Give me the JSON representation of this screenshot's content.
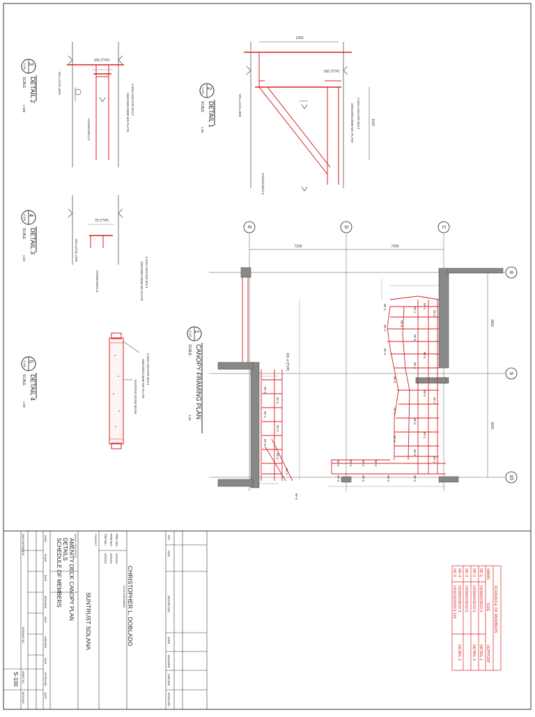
{
  "details": {
    "detail_3": {
      "number": "3",
      "sheet": "S-100",
      "title": "DETAIL 2",
      "scale_label": "SCALE",
      "scale": "1:100",
      "notes": [
        "4-M16 ANCHOR BOLT",
        "200X200X10MM MS PLATE",
        "HSS60X30X2.5",
        "WALL/COLUMN"
      ],
      "dim": "100 (TYP)"
    },
    "detail_2": {
      "number": "2",
      "sheet": "S-100",
      "title": "DETAIL 1",
      "scale_label": "SCALE",
      "scale": "1:25",
      "notes": [
        "4-M16 ANCHOR BOLT",
        "200X200X10MM MS PLATE",
        "HSS60X30X2.5",
        "WALL/COLUMN"
      ],
      "dim_top": "1000",
      "dim_typ": "100 (TYP)",
      "dim_side": "1100"
    },
    "detail_4": {
      "number": "4",
      "sheet": "S-100",
      "title": "DETAIL 3",
      "scale_label": "SCALE",
      "scale": "1:20",
      "notes": [
        "4-M16 ANCHOR BOLT",
        "200X200X10MM MS PLATE",
        "HSS60X30X2.5",
        "WALL/COLUMN"
      ],
      "dim": "75 (TYP)"
    },
    "detail_5": {
      "number": "5",
      "sheet": "S-100",
      "title": "DETAIL 4",
      "scale_label": "SCALE",
      "scale": "1:20",
      "notes": [
        "4-M16 ANCHOR BOLT",
        "200X200X10MM MS PLATE",
        "EXISTING EDGE BEAM"
      ]
    }
  },
  "plan": {
    "number": "1",
    "sheet": "S-100",
    "title": "CANOPY FRAMING PLAN",
    "scale_label": "SCALE",
    "scale": "1:25",
    "grid_letters": [
      "E",
      "D",
      "C"
    ],
    "grid_numbers": [
      "8",
      "9",
      "10"
    ],
    "dims_top": [
      "7200",
      "7200"
    ],
    "dims_right": [
      "3600",
      "3000"
    ],
    "member_note": "RF-4 (TYP)",
    "members": [
      "RF-1",
      "RF-2",
      "RF-3",
      "RF-4",
      "RF-5"
    ]
  },
  "schedule": {
    "title": "SCHEDULE OF MEMBERS",
    "headers": [
      "MARK",
      "SIZE",
      "SUPPORT"
    ],
    "rows": [
      [
        "RF-1",
        "HSS60X30X2.5",
        "DETAIL 1"
      ],
      [
        "RF-2",
        "HSS60X30X2.5",
        "DETAIL 2"
      ],
      [
        "RF-3",
        "HSS60X30X2.5",
        "-"
      ],
      [
        "RF-4",
        "HSS60X30X2.5",
        "DETAIL 3"
      ],
      [
        "RF-5",
        "HSS150X50X3.125",
        "-"
      ]
    ]
  },
  "title_block": {
    "engineer": "CHRISTOPHER L. DOBLADO",
    "engineer_role": "CIVIL ENGINEER",
    "prc_label": "PRC NO.:",
    "prc": "XXXXX",
    "ptr_label": "PTR NO.:",
    "ptr": "XXXXX",
    "tin_label": "TIN NO.:",
    "tin": "XXXXX",
    "project_label": "PROJECT",
    "project": "SUNTRUST SOLANA",
    "contents_label": "SHEET CONTENTS",
    "contents": [
      "AMENITY DECK CANOPY PLAN",
      "DETAILS",
      "SCHEDULE OF MEMBERS"
    ],
    "rev_headers": [
      "REV",
      "DATE",
      "DESCRIPTION",
      "AGRD",
      "DESIGNED",
      "CHECKED",
      "APPROVED"
    ],
    "row_agrd": [
      "AGRD",
      "SCALE",
      "DATE",
      "DESIGNED",
      "DATE",
      "CHECKED",
      "DATE",
      "APPROVED",
      "DATE"
    ],
    "row_ref": [
      "DWG REFERENCE",
      "DRAWING NO.",
      "SHEET NO.",
      "REVISION"
    ],
    "sheet_no": "S-100"
  }
}
